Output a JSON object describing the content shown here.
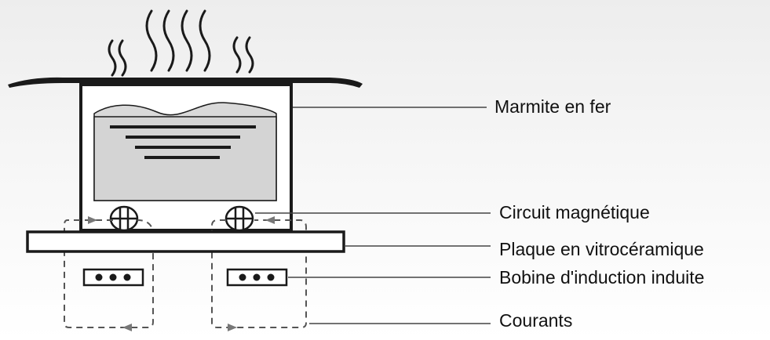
{
  "labels": {
    "pot": "Marmite en fer",
    "magnetic_circuit": "Circuit magnétique",
    "glass_plate": "Plaque en vitrocéramique",
    "coil": "Bobine d'induction induite",
    "currents": "Courants"
  },
  "colors": {
    "line": "#1a1a1a",
    "plate_fill": "#ffffff",
    "liquid_fill": "#d9d9d9",
    "dashed": "#555555",
    "leader": "#444444"
  }
}
